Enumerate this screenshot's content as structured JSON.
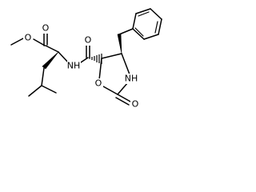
{
  "structure": {
    "atom_labels": {
      "ester_carbonyl_oxygen": "O",
      "ester_ether_oxygen": "O",
      "amide_carbonyl_oxygen": "O",
      "amide_nitrogen": "NH",
      "ring_nitrogen": "NH",
      "ring_oxygen": "O",
      "carbamate_carbonyl_oxygen": "O"
    }
  }
}
